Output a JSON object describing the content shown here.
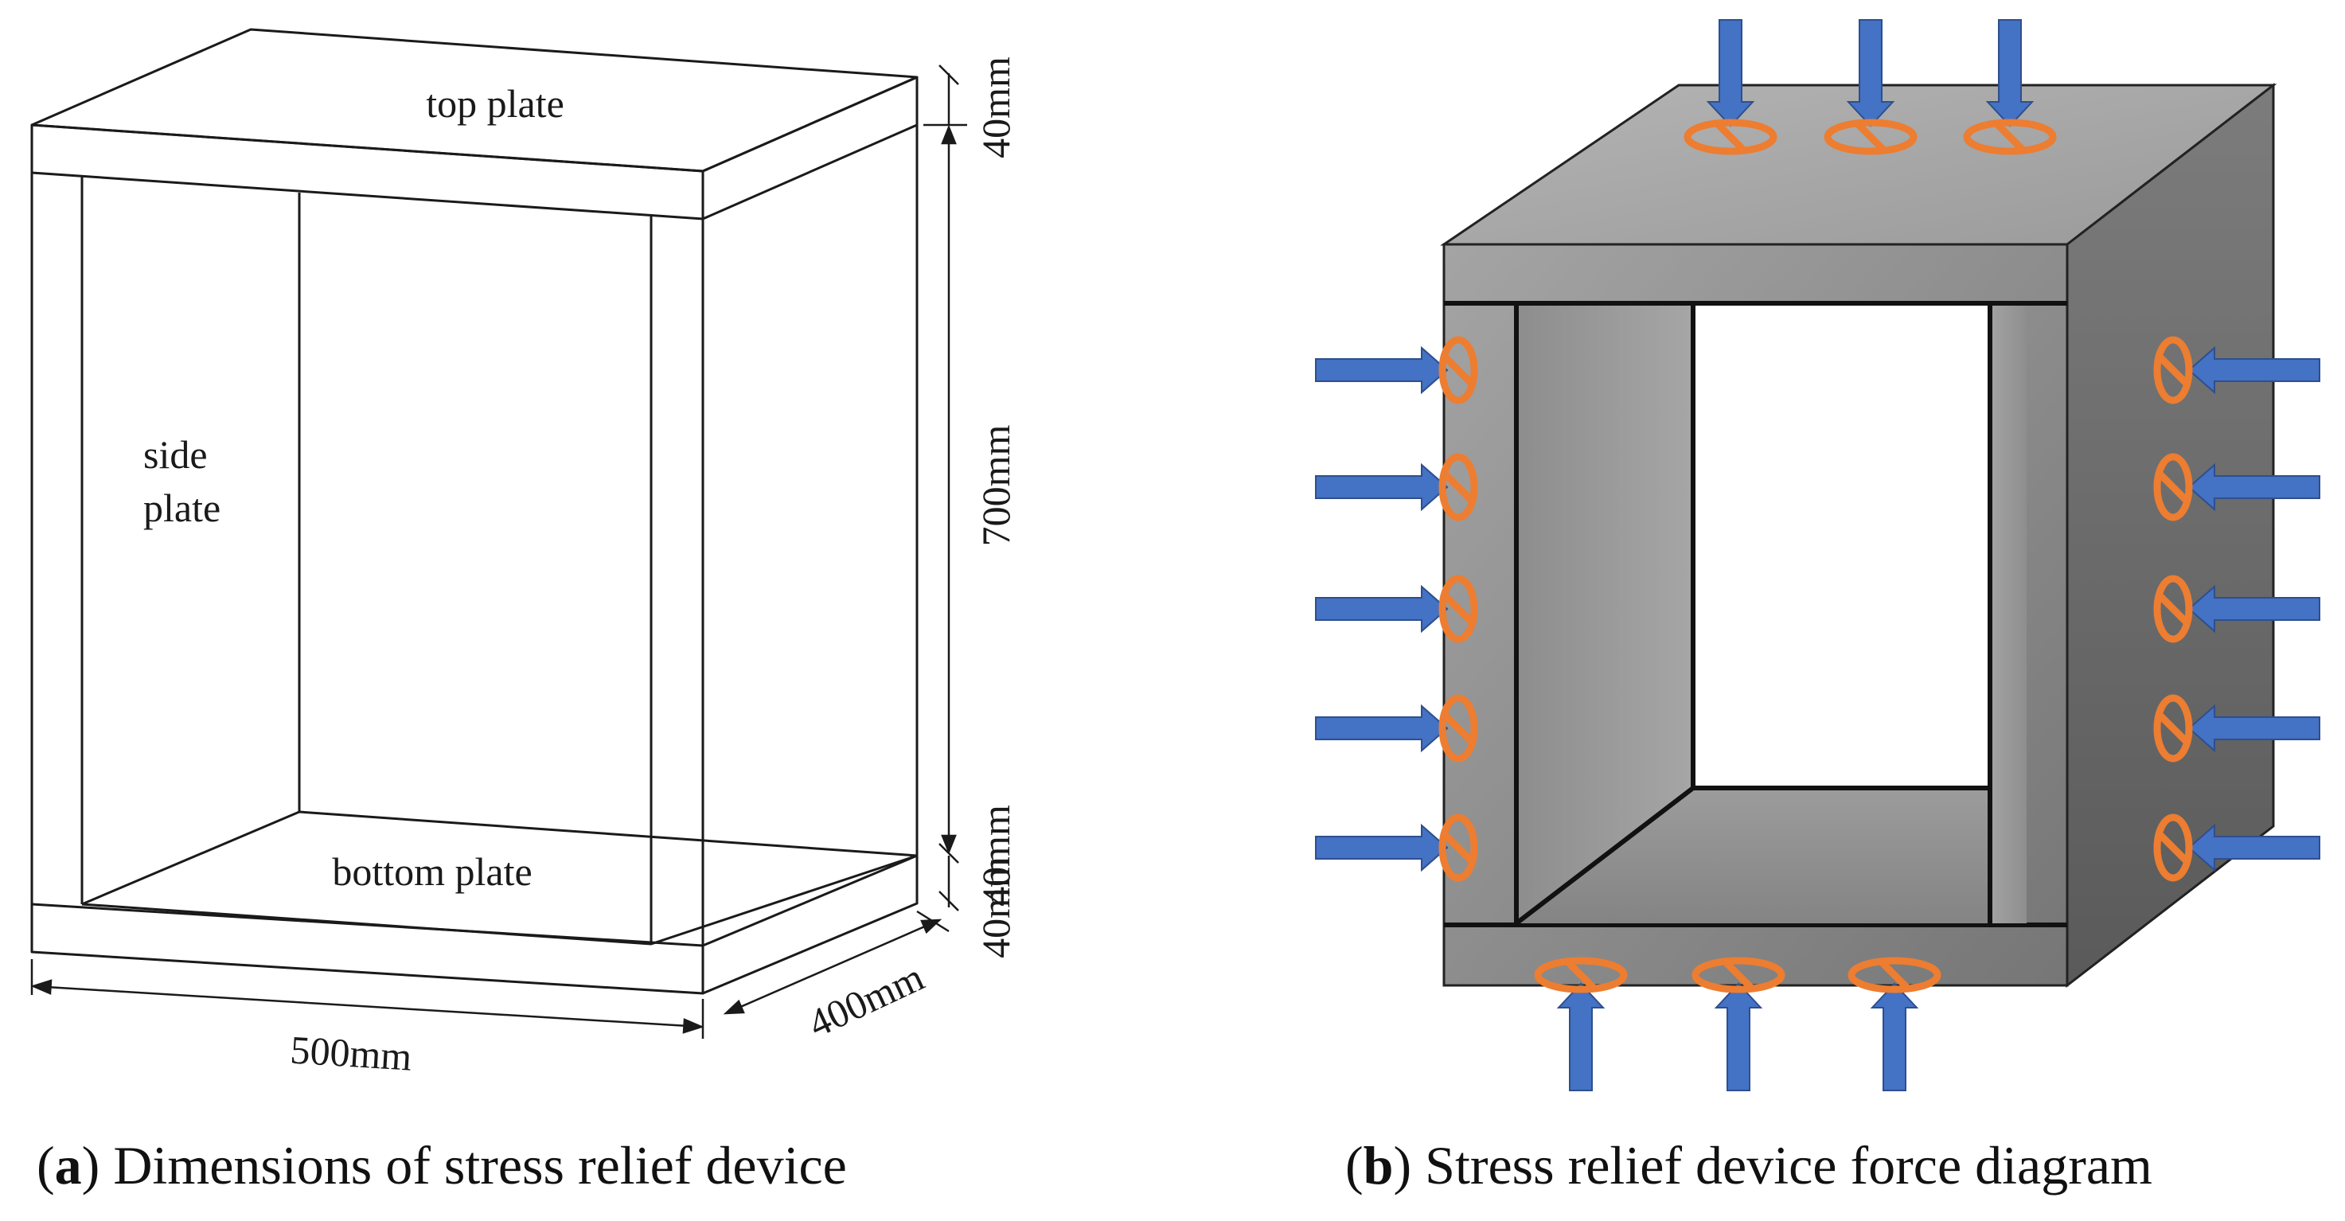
{
  "panel_a": {
    "labels": {
      "top_plate": "top plate",
      "side_plate_line1": "side",
      "side_plate_line2": "plate",
      "bottom_plate": "bottom plate"
    },
    "dimensions": {
      "top_thickness": "40mm",
      "height": "700mm",
      "bottom_thickness": "40mm",
      "width": "500mm",
      "depth": "400mm"
    },
    "caption": {
      "letter": "a",
      "text": " Dimensions of stress relief device"
    }
  },
  "panel_b": {
    "caption": {
      "letter": "b",
      "text": " Stress relief device force diagram"
    },
    "forces": {
      "top_count": 3,
      "bottom_count": 3,
      "left_count": 5,
      "right_count": 5
    },
    "colors": {
      "arrow": "#4472C4",
      "marker": "#ED7D31",
      "body_light": "#a7a7a7",
      "body_dark": "#5d5d5d"
    }
  }
}
